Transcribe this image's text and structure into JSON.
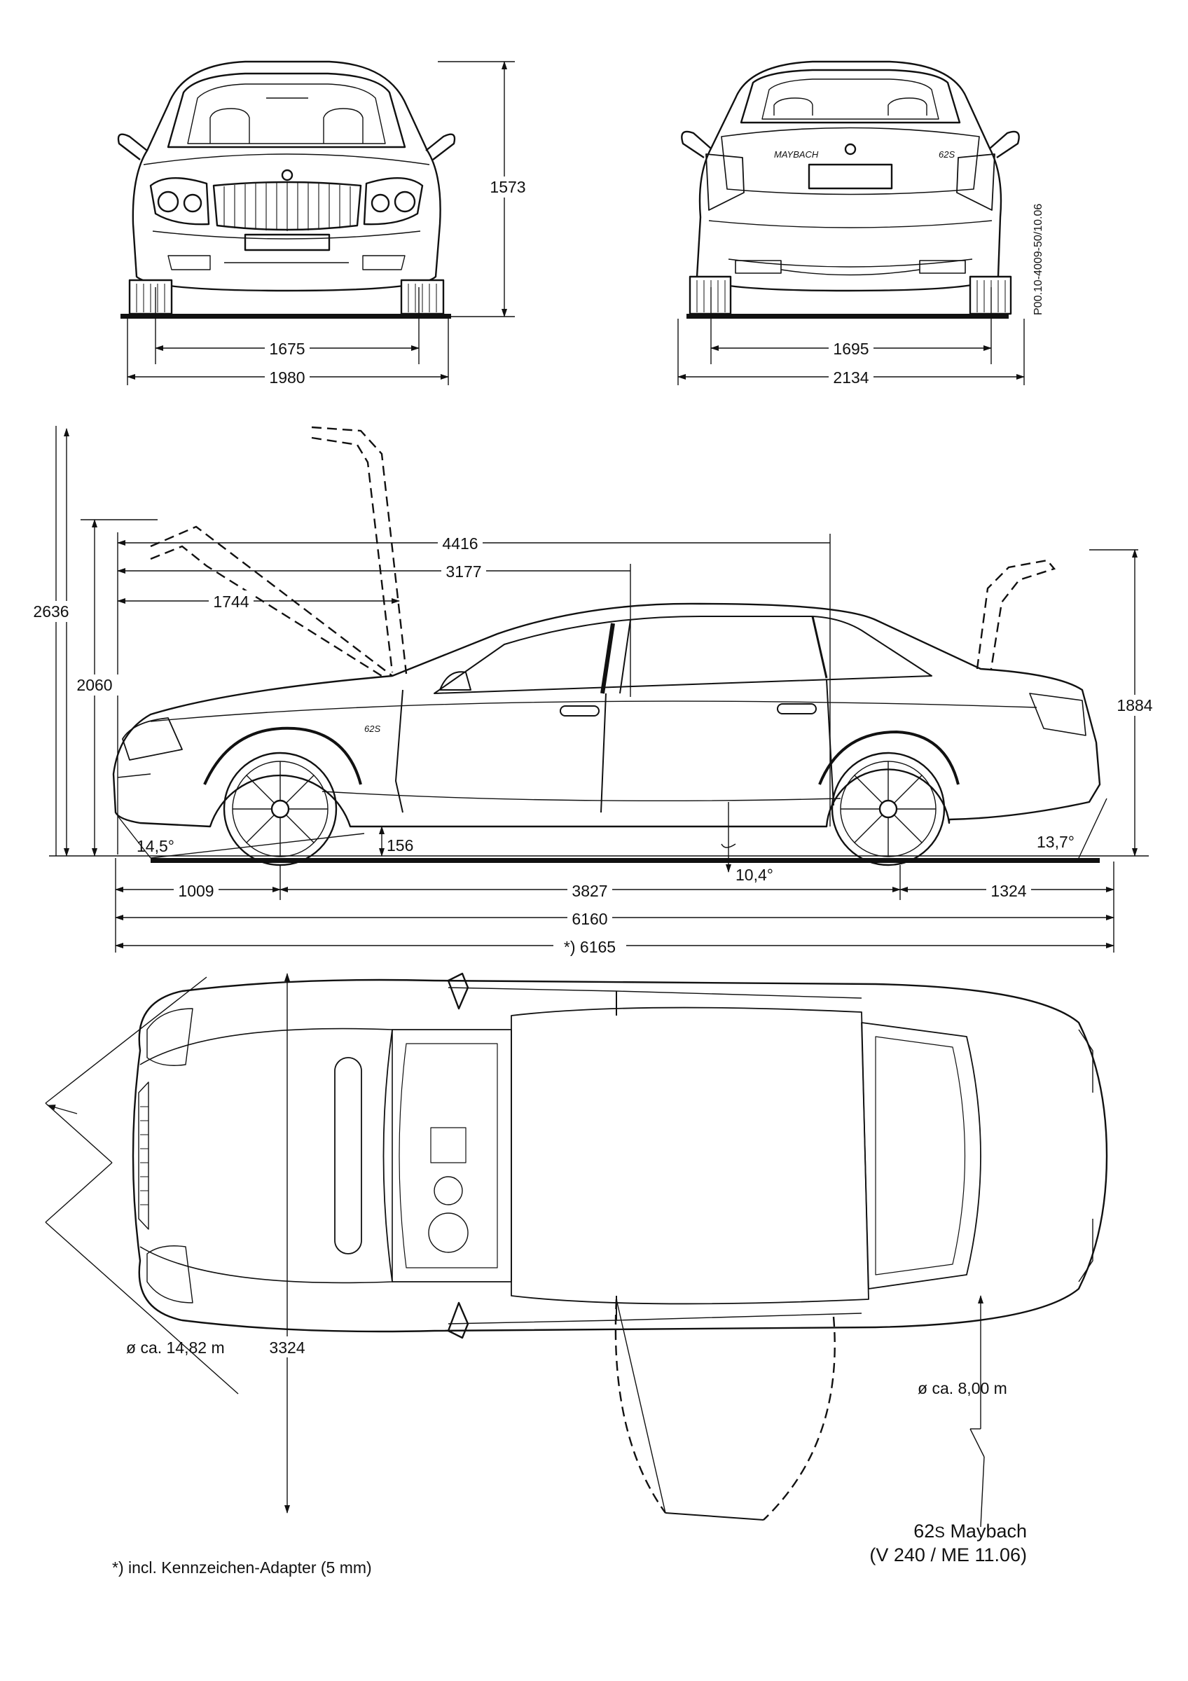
{
  "drawing": {
    "code": "P00.10-4009-50/10.06",
    "model": "62S Maybach",
    "model_prefix": "62",
    "model_letter": "S",
    "model_name": "Maybach",
    "model_sub": "(V 240 / ME 11.06)",
    "note": "*) incl. Kennzeichen-Adapter (5 mm)",
    "badge": "62S",
    "rear_script": "MAYBACH"
  },
  "front_view": {
    "height": "1573",
    "track": "1675",
    "width_mirrors": "1980"
  },
  "rear_view": {
    "track": "1695",
    "width_mirrors": "2134"
  },
  "side_view": {
    "height_hood_open": "2636",
    "height_door": "2060",
    "height_trunk_open": "1884",
    "len_4416": "4416",
    "len_3177": "3177",
    "len_1744": "1744",
    "approach_angle": "14,5°",
    "ground_clearance": "156",
    "ramp_angle": "10,4°",
    "departure_angle": "13,7°",
    "front_overhang": "1009",
    "wheelbase": "3827",
    "rear_overhang": "1324",
    "length": "6160",
    "length_adapter": "*) 6165"
  },
  "top_view": {
    "width_doors_open": "3324",
    "turning_circle_large": "ø ca. 14,82 m",
    "turning_circle_small": "ø ca. 8,00 m"
  }
}
